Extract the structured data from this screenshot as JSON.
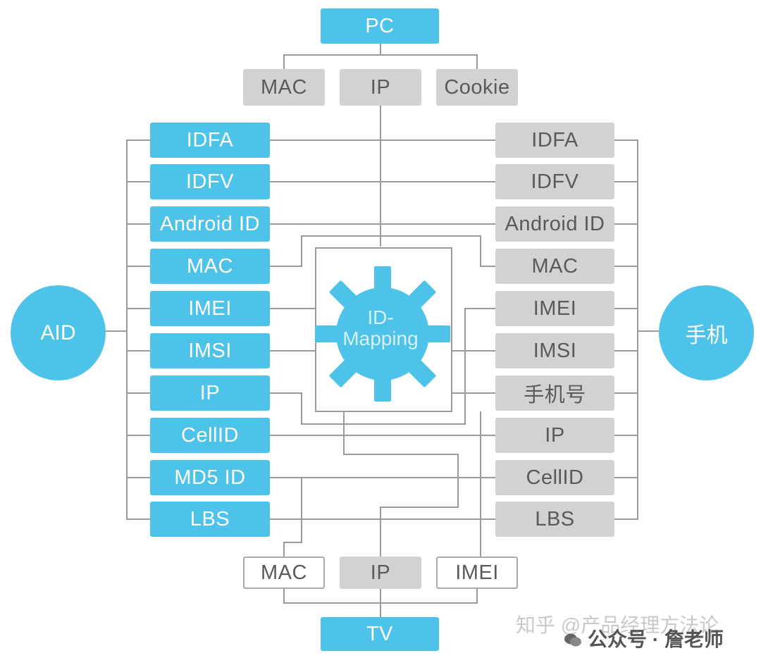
{
  "diagram": {
    "pc": {
      "title": "PC",
      "items": [
        "MAC",
        "IP",
        "Cookie"
      ]
    },
    "tv": {
      "title": "TV",
      "items": [
        "MAC",
        "IP",
        "IMEI"
      ]
    },
    "aid": {
      "title": "AID",
      "items": [
        "IDFA",
        "IDFV",
        "Android ID",
        "MAC",
        "IMEI",
        "IMSI",
        "IP",
        "CellID",
        "MD5 ID",
        "LBS"
      ]
    },
    "phone": {
      "title": "手机",
      "items": [
        "IDFA",
        "IDFV",
        "Android ID",
        "MAC",
        "IMEI",
        "IMSI",
        "手机号",
        "IP",
        "CellID",
        "LBS"
      ]
    },
    "center": {
      "label_line1": "ID-",
      "label_line2": "Mapping"
    }
  },
  "watermark": {
    "line1": "知乎 @产品经理方法论",
    "line2": "公众号 · 詹老师"
  },
  "colors": {
    "blue": "#4dc3ea",
    "gray_box": "#d2d2d2",
    "line": "#9a9a9a",
    "text_gray": "#5a5a5a"
  }
}
